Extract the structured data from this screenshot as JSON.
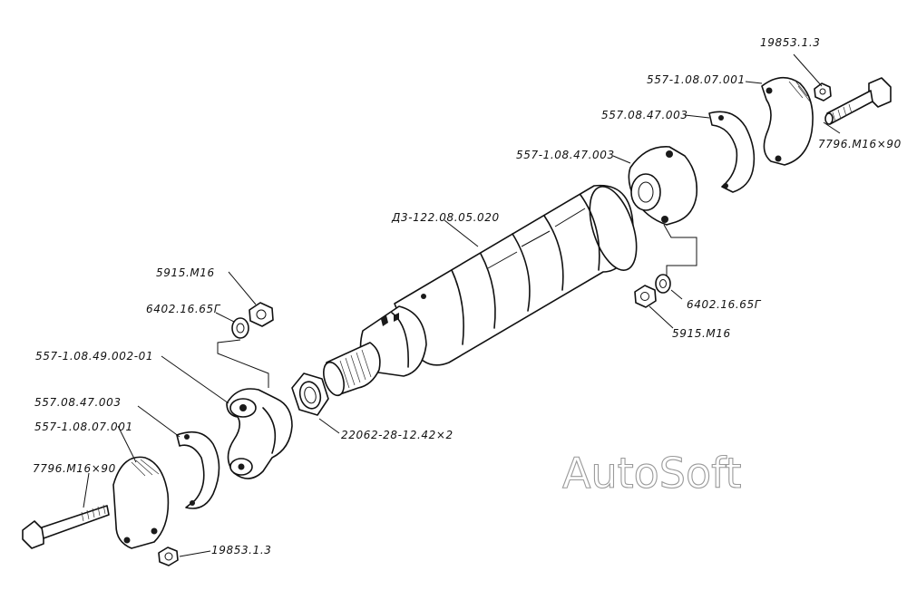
{
  "labels": {
    "top_washer_nut": "19853.1.3",
    "top_cap": "557-1.08.07.001",
    "top_liner": "557.08.47.003",
    "top_housing": "557-1.08.47.003",
    "top_bolt": "7796.M16×90",
    "shaft": "Д3-122.08.05.020",
    "right_spring_washer": "6402.16.65Г",
    "right_nut": "5915.M16",
    "left_nut": "5915.M16",
    "left_spring_washer": "6402.16.65Г",
    "left_housing": "557-1.08.49.002-01",
    "left_liner": "557.08.47.003",
    "left_cap": "557-1.08.07.001",
    "left_bolt": "7796.M16×90",
    "big_nut": "22062-28-12.42×2",
    "bottom_nut": "19853.1.3"
  },
  "watermark": "AutoSoft",
  "colors": {
    "ink": "#111111",
    "watermark_outline": "#9a9a9a",
    "background": "#ffffff"
  }
}
